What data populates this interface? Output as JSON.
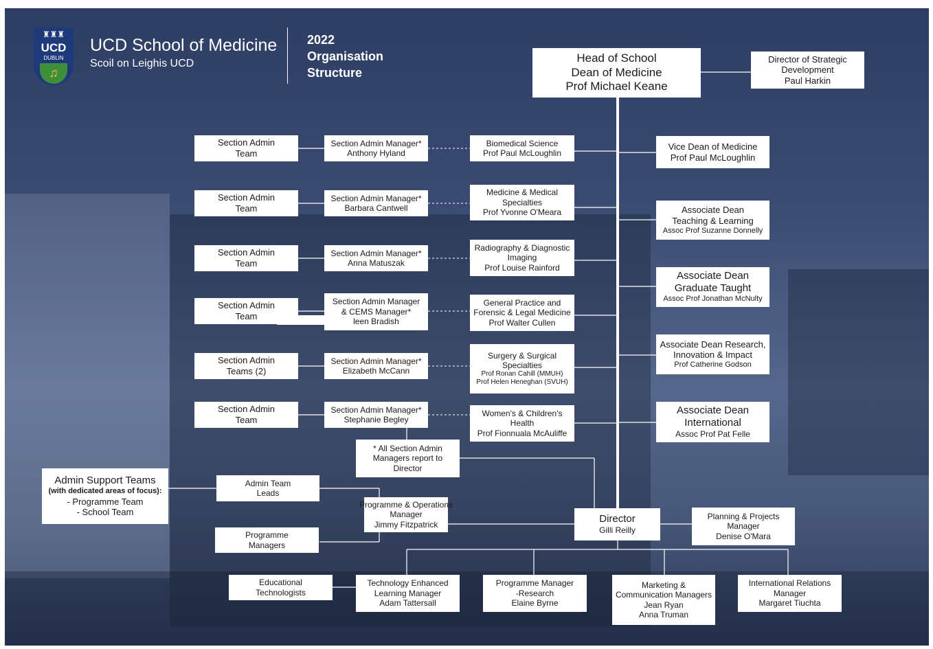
{
  "header": {
    "logo_line1": "UCD",
    "logo_line2": "DUBLIN",
    "school_name": "UCD School of Medicine",
    "school_irish": "Scoil on Leighis UCD",
    "year": "2022",
    "doc_title_line1": "Organisation",
    "doc_title_line2": "Structure"
  },
  "head": {
    "line1": "Head of School",
    "line2": "Dean of Medicine",
    "line3": "Prof Michael Keane"
  },
  "strategic": {
    "line1": "Director of Strategic",
    "line2": "Development",
    "line3": "Paul Harkin"
  },
  "admin_teams": [
    {
      "line1": "Section Admin",
      "line2": "Team"
    },
    {
      "line1": "Section Admin",
      "line2": "Team"
    },
    {
      "line1": "Section Admin",
      "line2": "Team"
    },
    {
      "line1": "Section Admin",
      "line2": "Team"
    },
    {
      "line1": "Section Admin",
      "line2": "Teams (2)"
    },
    {
      "line1": "Section Admin",
      "line2": "Team"
    }
  ],
  "admin_managers": [
    {
      "line1": "Section Admin Manager*",
      "line2": "Anthony Hyland"
    },
    {
      "line1": "Section Admin Manager*",
      "line2": "Barbara Cantwell"
    },
    {
      "line1": "Section Admin Manager*",
      "line2": "Anna Matuszak"
    },
    {
      "line1": "Section Admin  Manager",
      "line2": "& CEMS Manager*",
      "line3": "leen Bradish"
    },
    {
      "line1": "Section Admin Manager*",
      "line2": "Elizabeth McCann"
    },
    {
      "line1": "Section Admin Manager*",
      "line2": "Stephanie Begley"
    }
  ],
  "sections": [
    {
      "line1": "Biomedical Science",
      "line2": "Prof Paul McLoughlin"
    },
    {
      "line1": "Medicine & Medical",
      "line2": "Specialties",
      "line3": "Prof Yvonne O'Meara"
    },
    {
      "line1": "Radiography & Diagnostic",
      "line2": "Imaging",
      "line3": "Prof Louise Rainford"
    },
    {
      "line1": "General Practice and",
      "line2": "Forensic & Legal Medicine",
      "line3": "Prof Walter Cullen"
    },
    {
      "line1": "Surgery & Surgical",
      "line2": "Specialties",
      "line3": "Prof Ronan Cahill (MMUH)",
      "line4": "Prof Helen Heneghan (SVUH)"
    },
    {
      "line1": "Women's & Children's",
      "line2": "Health",
      "line3": "Prof Fionnuala McAuliffe"
    }
  ],
  "deans": [
    {
      "line1": "Vice Dean of Medicine",
      "line2": "Prof Paul McLoughlin"
    },
    {
      "line1": "Associate Dean",
      "line2": "Teaching & Learning",
      "line3": "Assoc Prof Suzanne Donnelly"
    },
    {
      "line1": "Associate Dean",
      "line2": "Graduate Taught",
      "line3": "Assoc Prof Jonathan McNulty"
    },
    {
      "line1": "Associate Dean Research,",
      "line2": "Innovation & Impact",
      "line3": "Prof Catherine Godson"
    },
    {
      "line1": "Associate Dean",
      "line2": "International",
      "line3": "Assoc Prof Pat Felle"
    }
  ],
  "note": {
    "line1": "* All Section Admin",
    "line2": "Managers report to",
    "line3": "Director"
  },
  "support": {
    "line1": "Admin Support Teams",
    "line2": "(with dedicated  areas of focus):",
    "line3": "-  Programme Team",
    "line4": "- School Team"
  },
  "team_leads": {
    "line1": "Admin Team",
    "line2": "Leads"
  },
  "prog_managers": {
    "line1": "Programme",
    "line2": "Managers"
  },
  "ops": {
    "line1": "Programme & Operations",
    "line2": "Manager",
    "line3": "Jimmy Fitzpatrick"
  },
  "director": {
    "line1": "Director",
    "line2": "Gilli Reilly"
  },
  "planning": {
    "line1": "Planning & Projects",
    "line2": "Manager",
    "line3": "Denise O'Mara"
  },
  "edu_tech": {
    "line1": "Educational",
    "line2": "Technologists"
  },
  "bottom": [
    {
      "line1": "Technology Enhanced",
      "line2": "Learning Manager",
      "line3": "Adam Tattersall"
    },
    {
      "line1": "Programme Manager",
      "line2": "-Research",
      "line3": "Elaine Byrne"
    },
    {
      "line1": "Marketing &",
      "line2": "Communication Managers",
      "line3": "Jean Ryan",
      "line4": "Anna Truman"
    },
    {
      "line1": "International Relations",
      "line2": "Manager",
      "line3": "Margaret Tiuchta"
    }
  ]
}
